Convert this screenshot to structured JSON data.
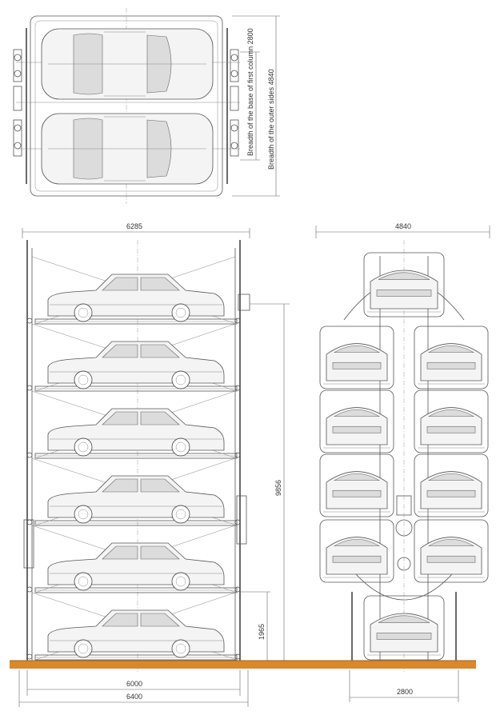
{
  "top_view": {
    "label_inner": "Breadth of the base of first column 2800",
    "label_outer": "Breadth of the outer sides 4840"
  },
  "side_view": {
    "width_top": "6285",
    "height_total": "9856",
    "height_bottom": "1965",
    "width_base_inner": "6000",
    "width_base_outer": "6400",
    "levels": 6
  },
  "front_view": {
    "width_top": "4840",
    "width_base": "2800"
  },
  "colors": {
    "ground": "#d9882b",
    "line": "#555555"
  }
}
